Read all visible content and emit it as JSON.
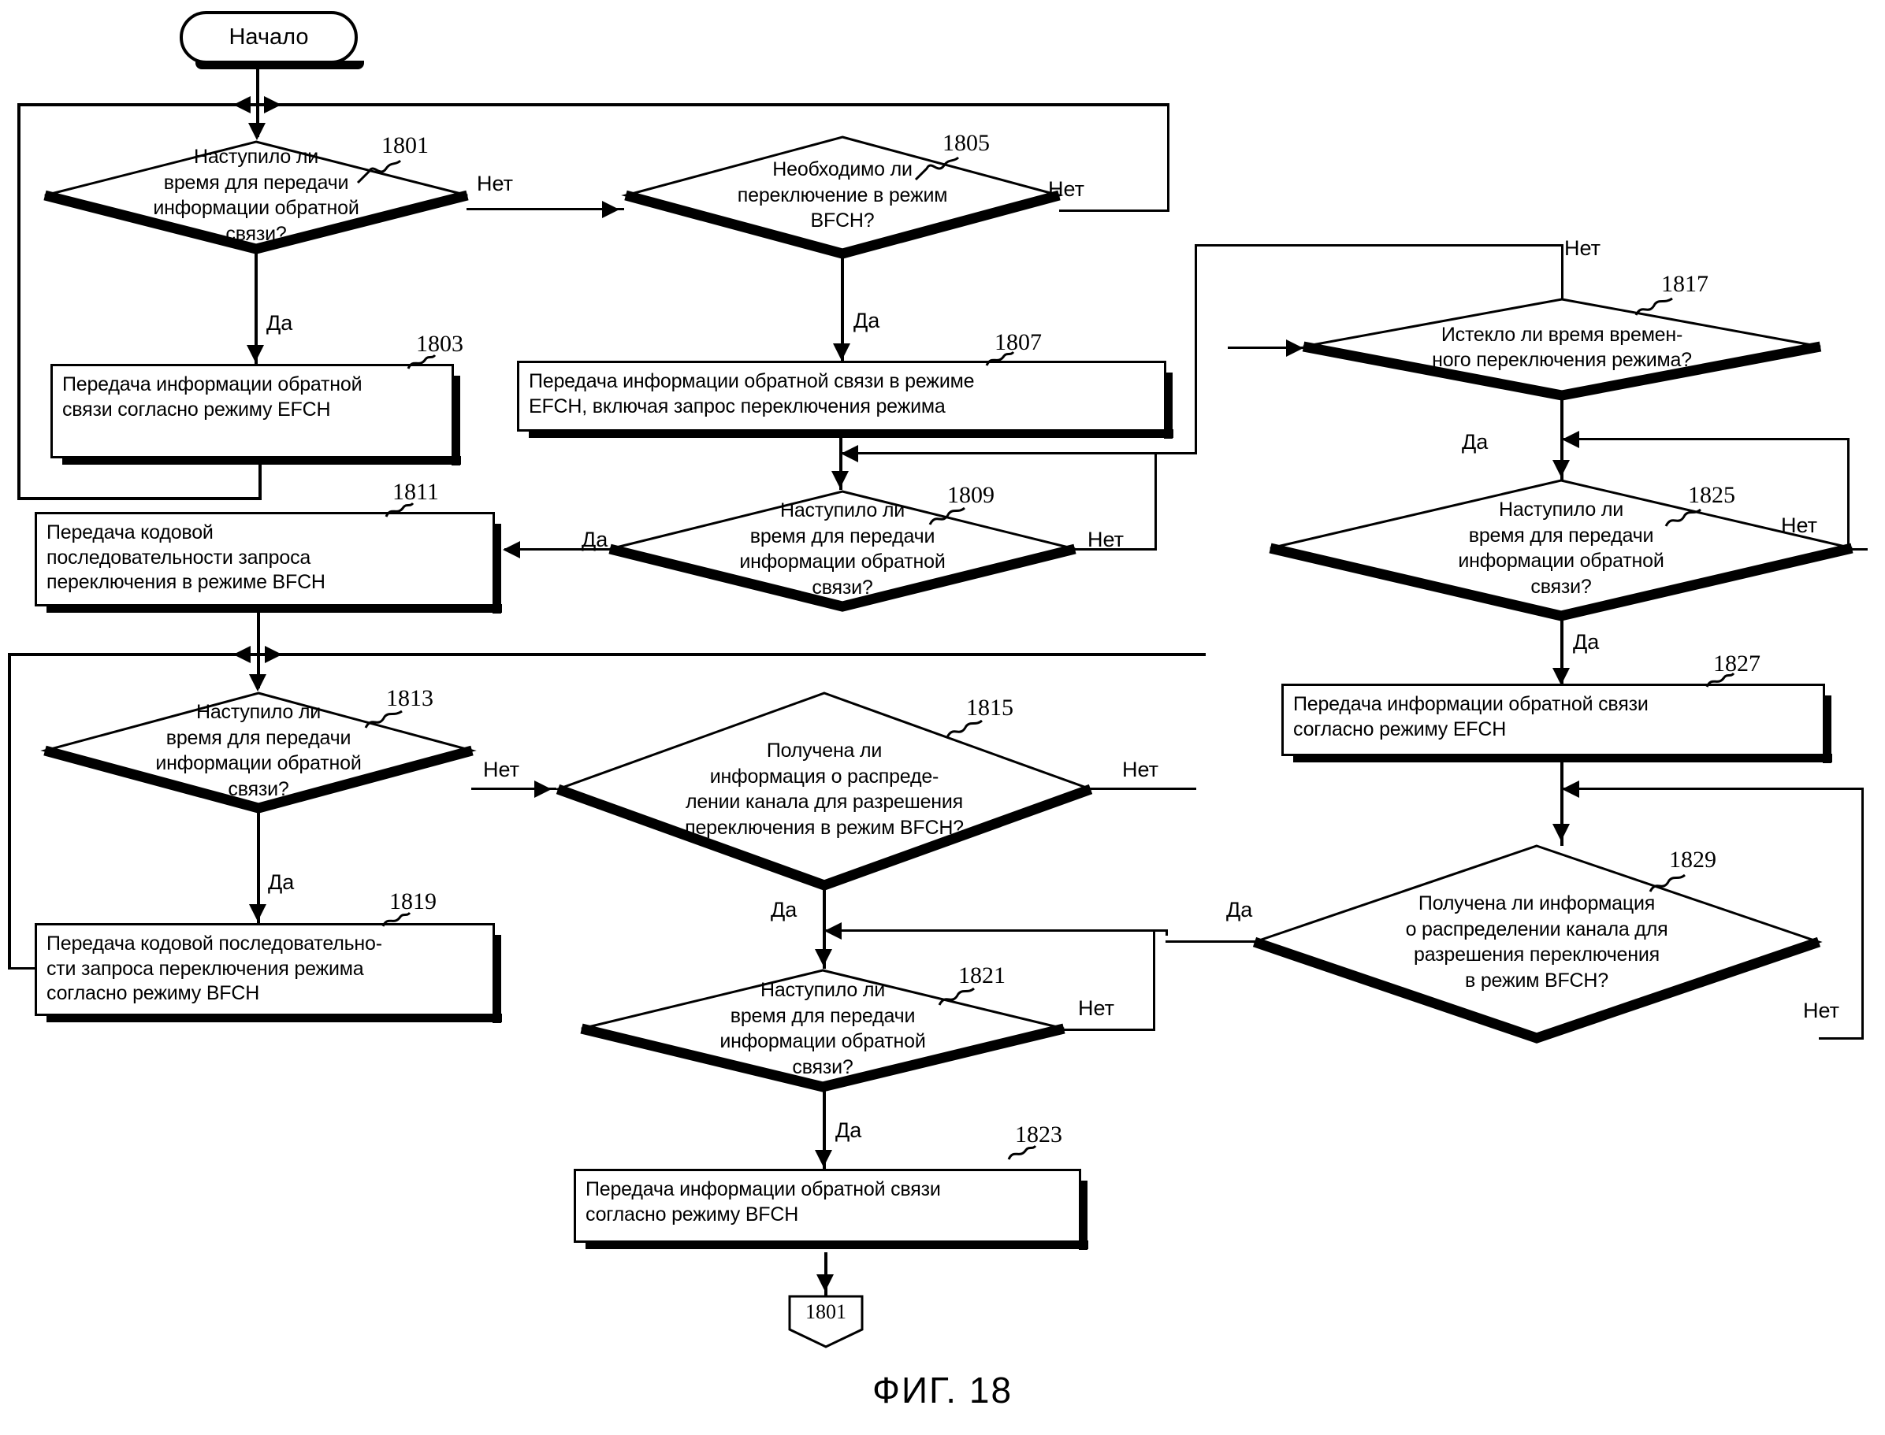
{
  "figure": {
    "caption": "ФИГ. 18"
  },
  "labels": {
    "yes": "Да",
    "no": "Нет"
  },
  "nodes": {
    "start": {
      "ref": "",
      "text": "Начало"
    },
    "n1801": {
      "ref": "1801",
      "lines": [
        "Наступило ли",
        "время для передачи",
        "информации обратной",
        "связи?"
      ]
    },
    "n1803": {
      "ref": "1803",
      "lines": [
        "Передача информации обратной",
        "связи согласно режиму EFCH"
      ]
    },
    "n1805": {
      "ref": "1805",
      "lines": [
        "Необходимо ли",
        "переключение в режим",
        "BFCH?"
      ]
    },
    "n1807": {
      "ref": "1807",
      "lines": [
        "Передача информации обратной связи в режиме",
        "EFCH, включая запрос переключения режима"
      ]
    },
    "n1809": {
      "ref": "1809",
      "lines": [
        "Наступило ли",
        "время для передачи",
        "информации обратной",
        "связи?"
      ]
    },
    "n1811": {
      "ref": "1811",
      "lines": [
        "Передача кодовой",
        "последовательности запроса",
        "переключения в режиме BFCH"
      ]
    },
    "n1813": {
      "ref": "1813",
      "lines": [
        "Наступило ли",
        "время для передачи",
        "информации обратной",
        "связи?"
      ]
    },
    "n1815": {
      "ref": "1815",
      "lines": [
        "Получена ли",
        "информация о распреде-",
        "лении канала для разрешения",
        "переключения в режим BFCH?"
      ]
    },
    "n1817": {
      "ref": "1817",
      "lines": [
        "Истекло ли время времен-",
        "ного переключения режима?"
      ]
    },
    "n1819": {
      "ref": "1819",
      "lines": [
        "Передача кодовой последовательно-",
        "сти запроса переключения режима",
        "согласно режиму BFCH"
      ]
    },
    "n1821": {
      "ref": "1821",
      "lines": [
        "Наступило ли",
        "время для передачи",
        "информации обратной",
        "связи?"
      ]
    },
    "n1823": {
      "ref": "1823",
      "lines": [
        "Передача информации обратной связи",
        "согласно режиму BFCH"
      ]
    },
    "n1825": {
      "ref": "1825",
      "lines": [
        "Наступило ли",
        "время для передачи",
        "информации обратной",
        "связи?"
      ]
    },
    "n1827": {
      "ref": "1827",
      "lines": [
        "Передача информации обратной связи",
        "согласно режиму EFCH"
      ]
    },
    "n1829": {
      "ref": "1829",
      "lines": [
        "Получена ли информация",
        "о распределении канала для",
        "разрешения переключения",
        "в режим BFCH?"
      ]
    },
    "connector_end": {
      "text": "1801"
    }
  },
  "colors": {
    "stroke": "#000000",
    "background": "#ffffff"
  }
}
